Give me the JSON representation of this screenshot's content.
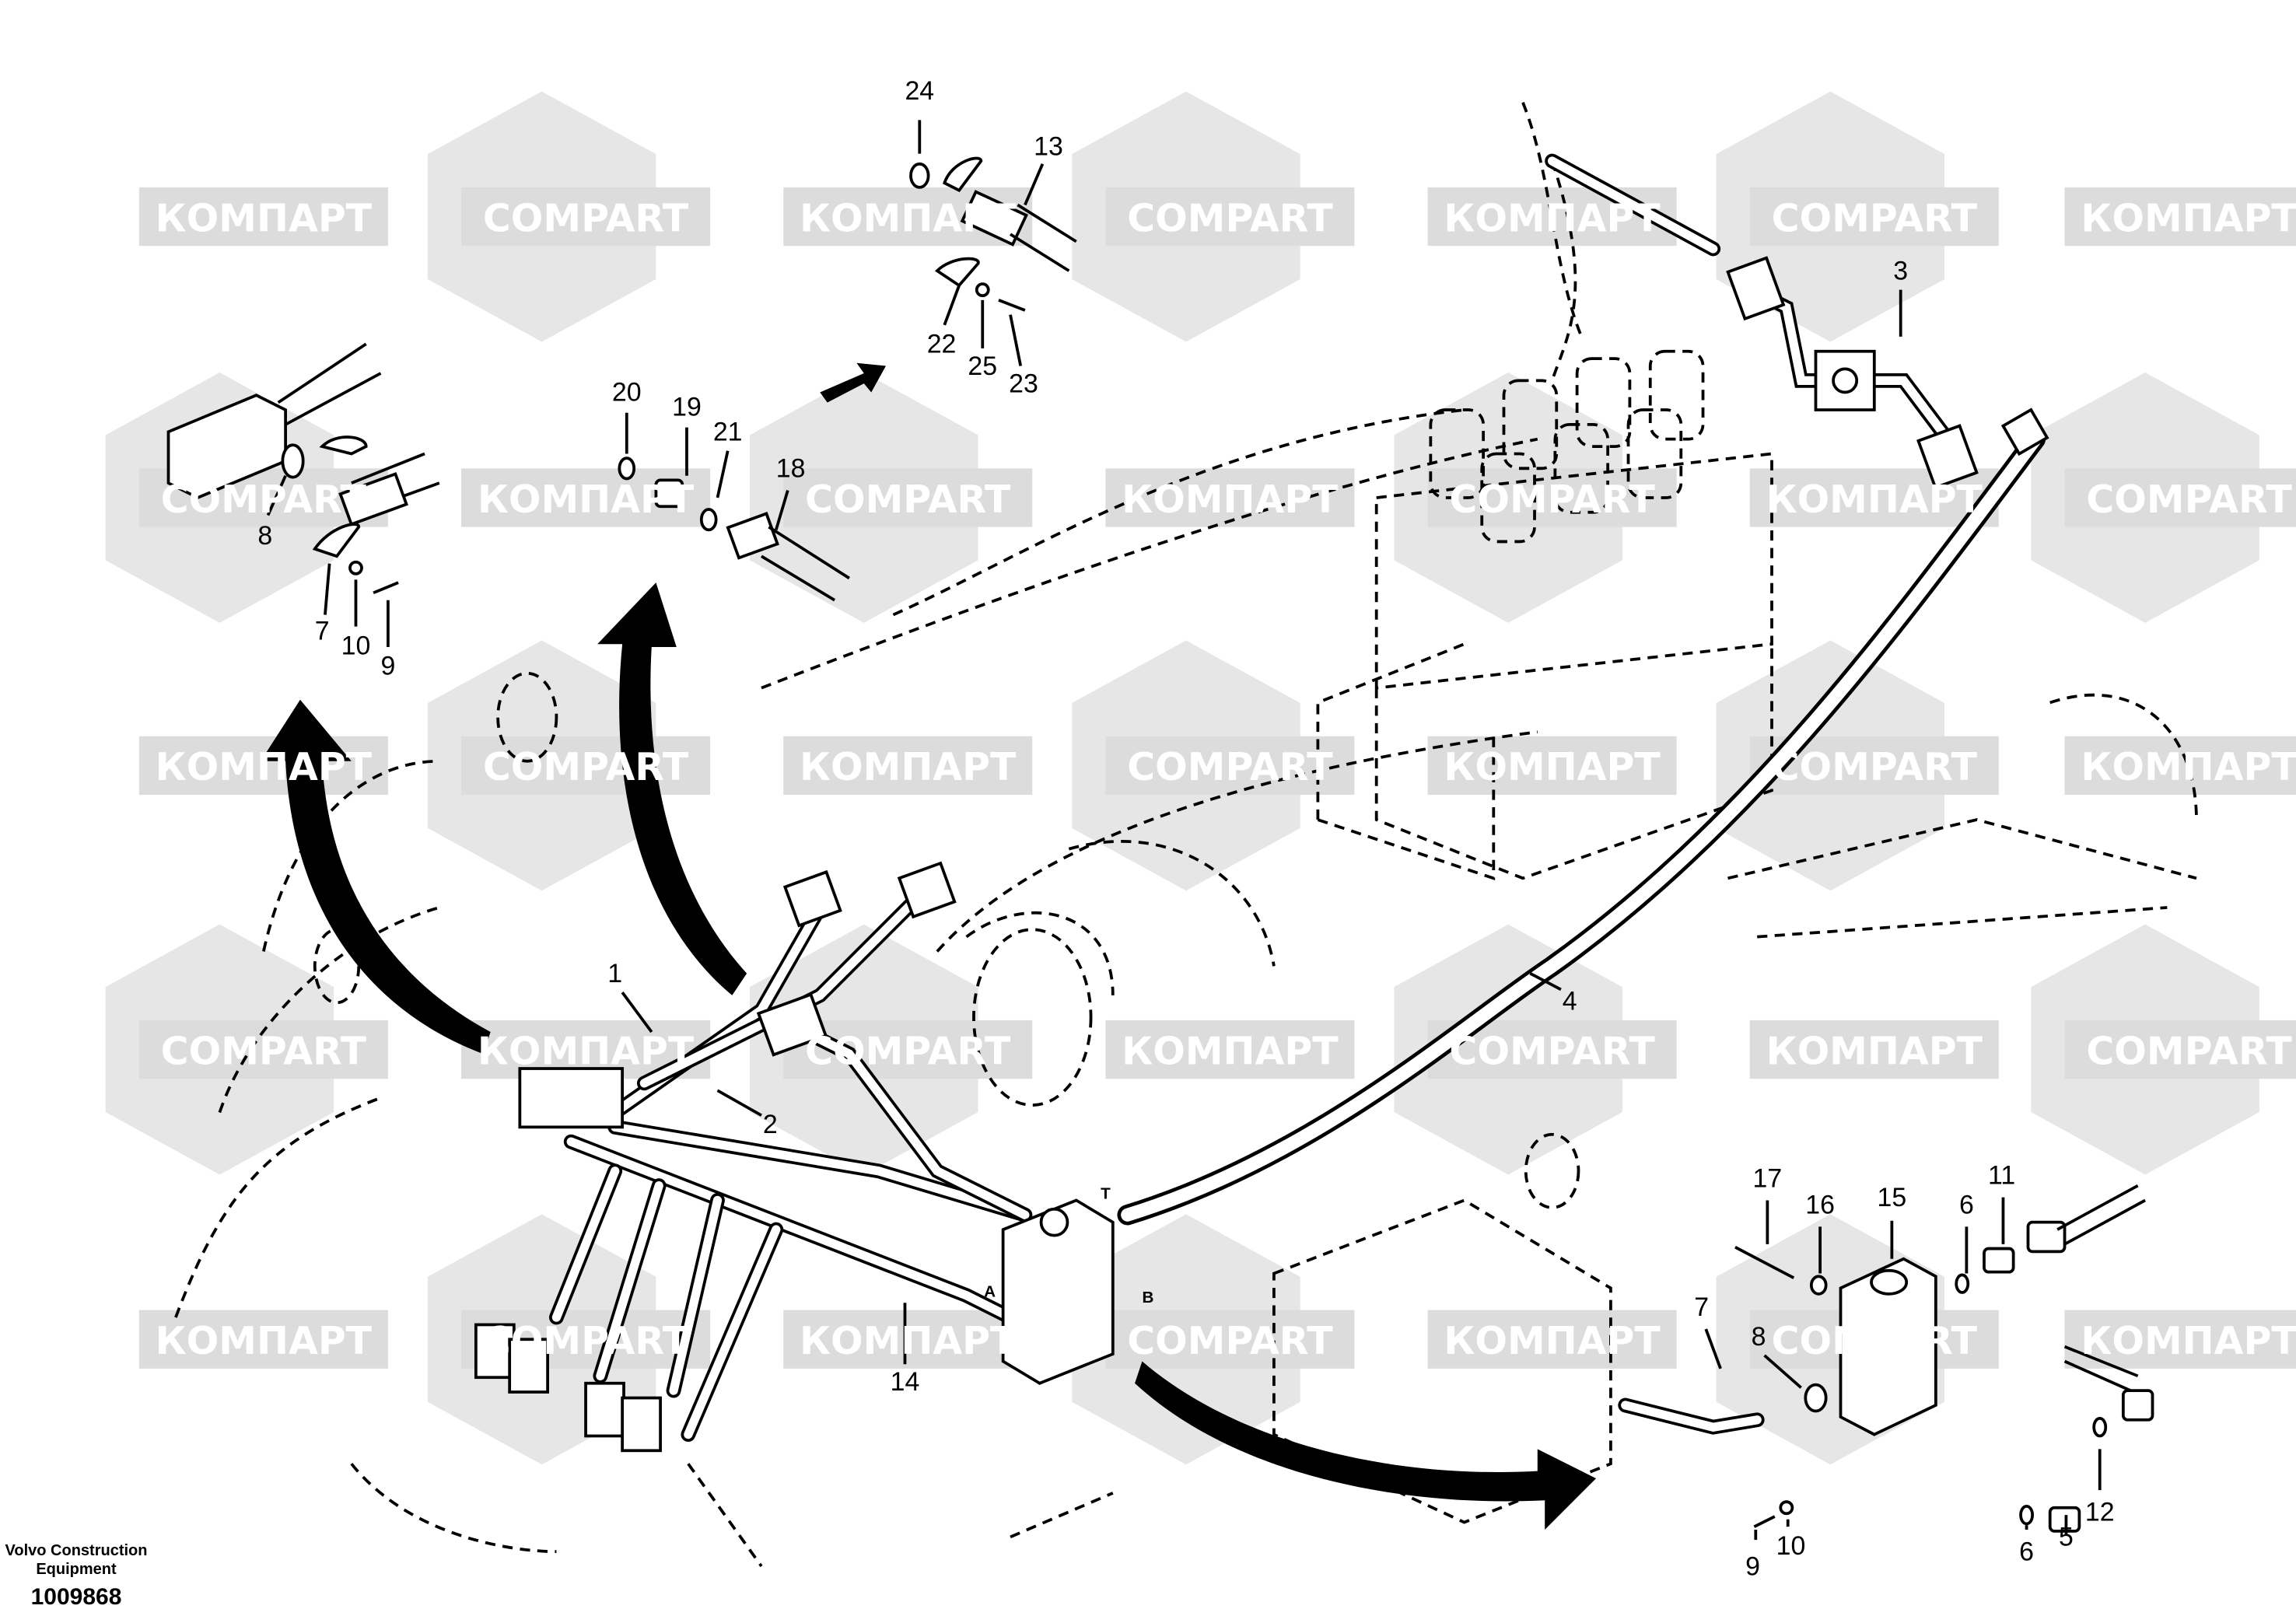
{
  "watermark": {
    "latin": "COMPART",
    "cyrillic": "КОМПАРТ",
    "color": "#dcdcdc"
  },
  "callouts": {
    "c24": "24",
    "c13": "13",
    "c22": "22",
    "c25": "25",
    "c23": "23",
    "c3": "3",
    "c20": "20",
    "c19": "19",
    "c21": "21",
    "c18": "18",
    "c8a": "8",
    "c7a": "7",
    "c10a": "10",
    "c9a": "9",
    "c1": "1",
    "c2": "2",
    "c4": "4",
    "c14": "14",
    "c17": "17",
    "c16": "16",
    "c15": "15",
    "c6a": "6",
    "c11": "11",
    "c7b": "7",
    "c8b": "8",
    "c9b": "9",
    "c10b": "10",
    "c6b": "6",
    "c5": "5",
    "c12": "12"
  },
  "ports": {
    "t": "T",
    "a": "A",
    "b": "B"
  },
  "footer": {
    "company_line1": "Volvo Construction",
    "company_line2": "Equipment",
    "drawing_number": "1009868"
  }
}
